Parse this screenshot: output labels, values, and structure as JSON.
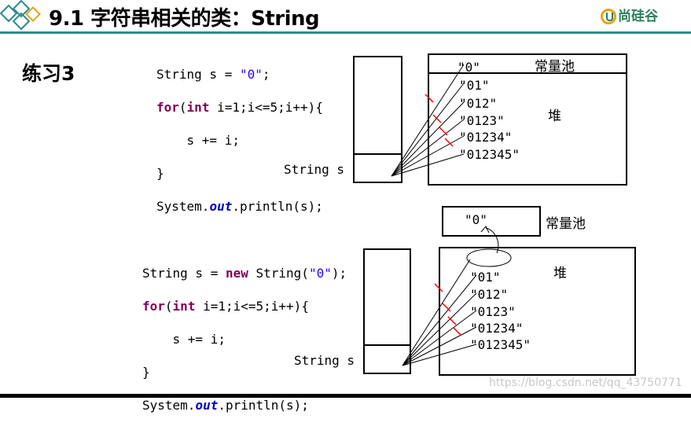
{
  "header": {
    "title": "9.1 字符串相关的类：String",
    "logo_text": "尚硅谷"
  },
  "exercise_label": "练习3",
  "top": {
    "code": [
      "String s = \"0\";",
      "for(int i=1;i<=5;i++){",
      "    s += i;",
      "}",
      "System.out.println(s);"
    ],
    "var_label": "String s",
    "pool_label": "常量池",
    "heap_label": "堆",
    "strings": [
      "\"0\"",
      "\"01\"",
      "\"012\"",
      "\"0123\"",
      "\"01234\"",
      "\"012345\""
    ]
  },
  "bottom": {
    "code": [
      "String s = new String(\"0\");",
      "for(int i=1;i<=5;i++){",
      "    s += i;",
      "}",
      "System.out.println(s);"
    ],
    "var_label": "String s",
    "pool_label": "常量池",
    "pool_value": "\"0\"",
    "heap_label": "堆",
    "strings": [
      "\"01\"",
      "\"012\"",
      "\"0123\"",
      "\"01234\"",
      "\"012345\""
    ]
  },
  "watermark": "https://blog.csdn.net/qq_43750771",
  "colors": {
    "header_line": "#2e8b8b",
    "keyword": "#7f0055",
    "string_literal": "#2a00ff",
    "static_field": "#0000c0",
    "cross_mark": "#ff0000"
  }
}
